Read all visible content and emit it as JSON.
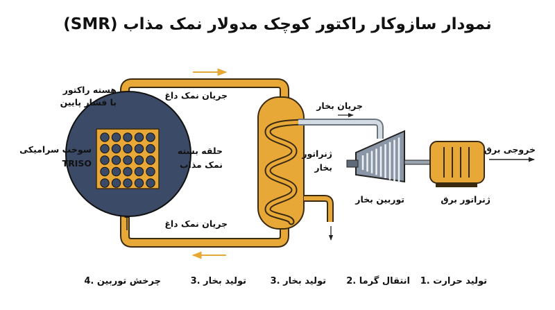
{
  "title": "نمودار سازوکار راکتور کوچک مدولار نمک مذاب (SMR)",
  "labels": {
    "core": [
      "هسته راکتور",
      "با فشار پایین"
    ],
    "fuel": [
      "سوخت سرامیکی",
      "TRISO"
    ],
    "salt_flow_top": "جریان نمک داغ",
    "salt_flow_bottom": "جریان نمک داغ",
    "salt_loop": [
      "حلقه بسته",
      "نمک مذاب"
    ],
    "steam_flow": "جریان بخار",
    "steam_gen": [
      "ژنراتور",
      "بخار"
    ],
    "turbine": "توربین بخار",
    "generator": "ژنراتور برق",
    "output": "خروجی برق"
  },
  "steps": [
    "1. تولید حرارت",
    "2. انتقال گرما",
    "3. تولید بخار",
    "3. تولید بخار",
    "4. چرخش توربین"
  ],
  "colors": {
    "pipe": "#E8A838",
    "pipe_edge": "#3a2a10",
    "core_bg": "#3B4A66",
    "fuel_ball": "#3B4A66",
    "steam_pipe": "#D3DAE2",
    "machine": "#8A96A6",
    "generator": "#E8A838"
  }
}
